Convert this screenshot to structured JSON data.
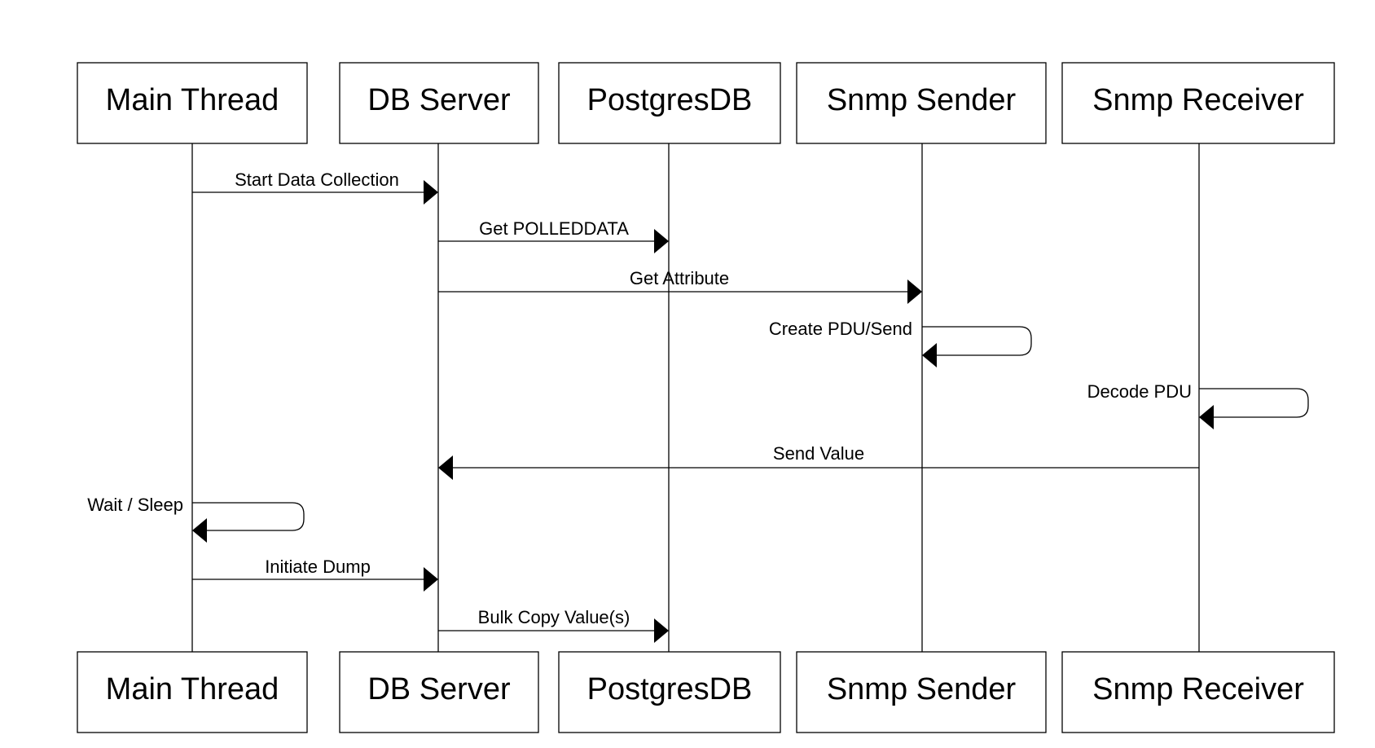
{
  "participants": [
    {
      "id": "main",
      "name": "Main Thread"
    },
    {
      "id": "db",
      "name": "DB Server"
    },
    {
      "id": "pg",
      "name": "PostgresDB"
    },
    {
      "id": "snd",
      "name": "Snmp Sender"
    },
    {
      "id": "rcv",
      "name": "Snmp Receiver"
    }
  ],
  "messages": [
    {
      "from": "main",
      "to": "db",
      "label": "Start Data Collection"
    },
    {
      "from": "db",
      "to": "pg",
      "label": "Get POLLEDDATA"
    },
    {
      "from": "db",
      "to": "snd",
      "label": "Get Attribute"
    },
    {
      "from": "snd",
      "to": "snd",
      "label": "Create PDU/Send"
    },
    {
      "from": "rcv",
      "to": "rcv",
      "label": "Decode PDU"
    },
    {
      "from": "rcv",
      "to": "db",
      "label": "Send Value"
    },
    {
      "from": "main",
      "to": "main",
      "label": "Wait / Sleep"
    },
    {
      "from": "main",
      "to": "db",
      "label": "Initiate Dump"
    },
    {
      "from": "db",
      "to": "pg",
      "label": "Bulk Copy Value(s)"
    }
  ],
  "colors": {
    "line": "#000000",
    "box_fill": "#ffffff",
    "background": "#ffffff"
  }
}
